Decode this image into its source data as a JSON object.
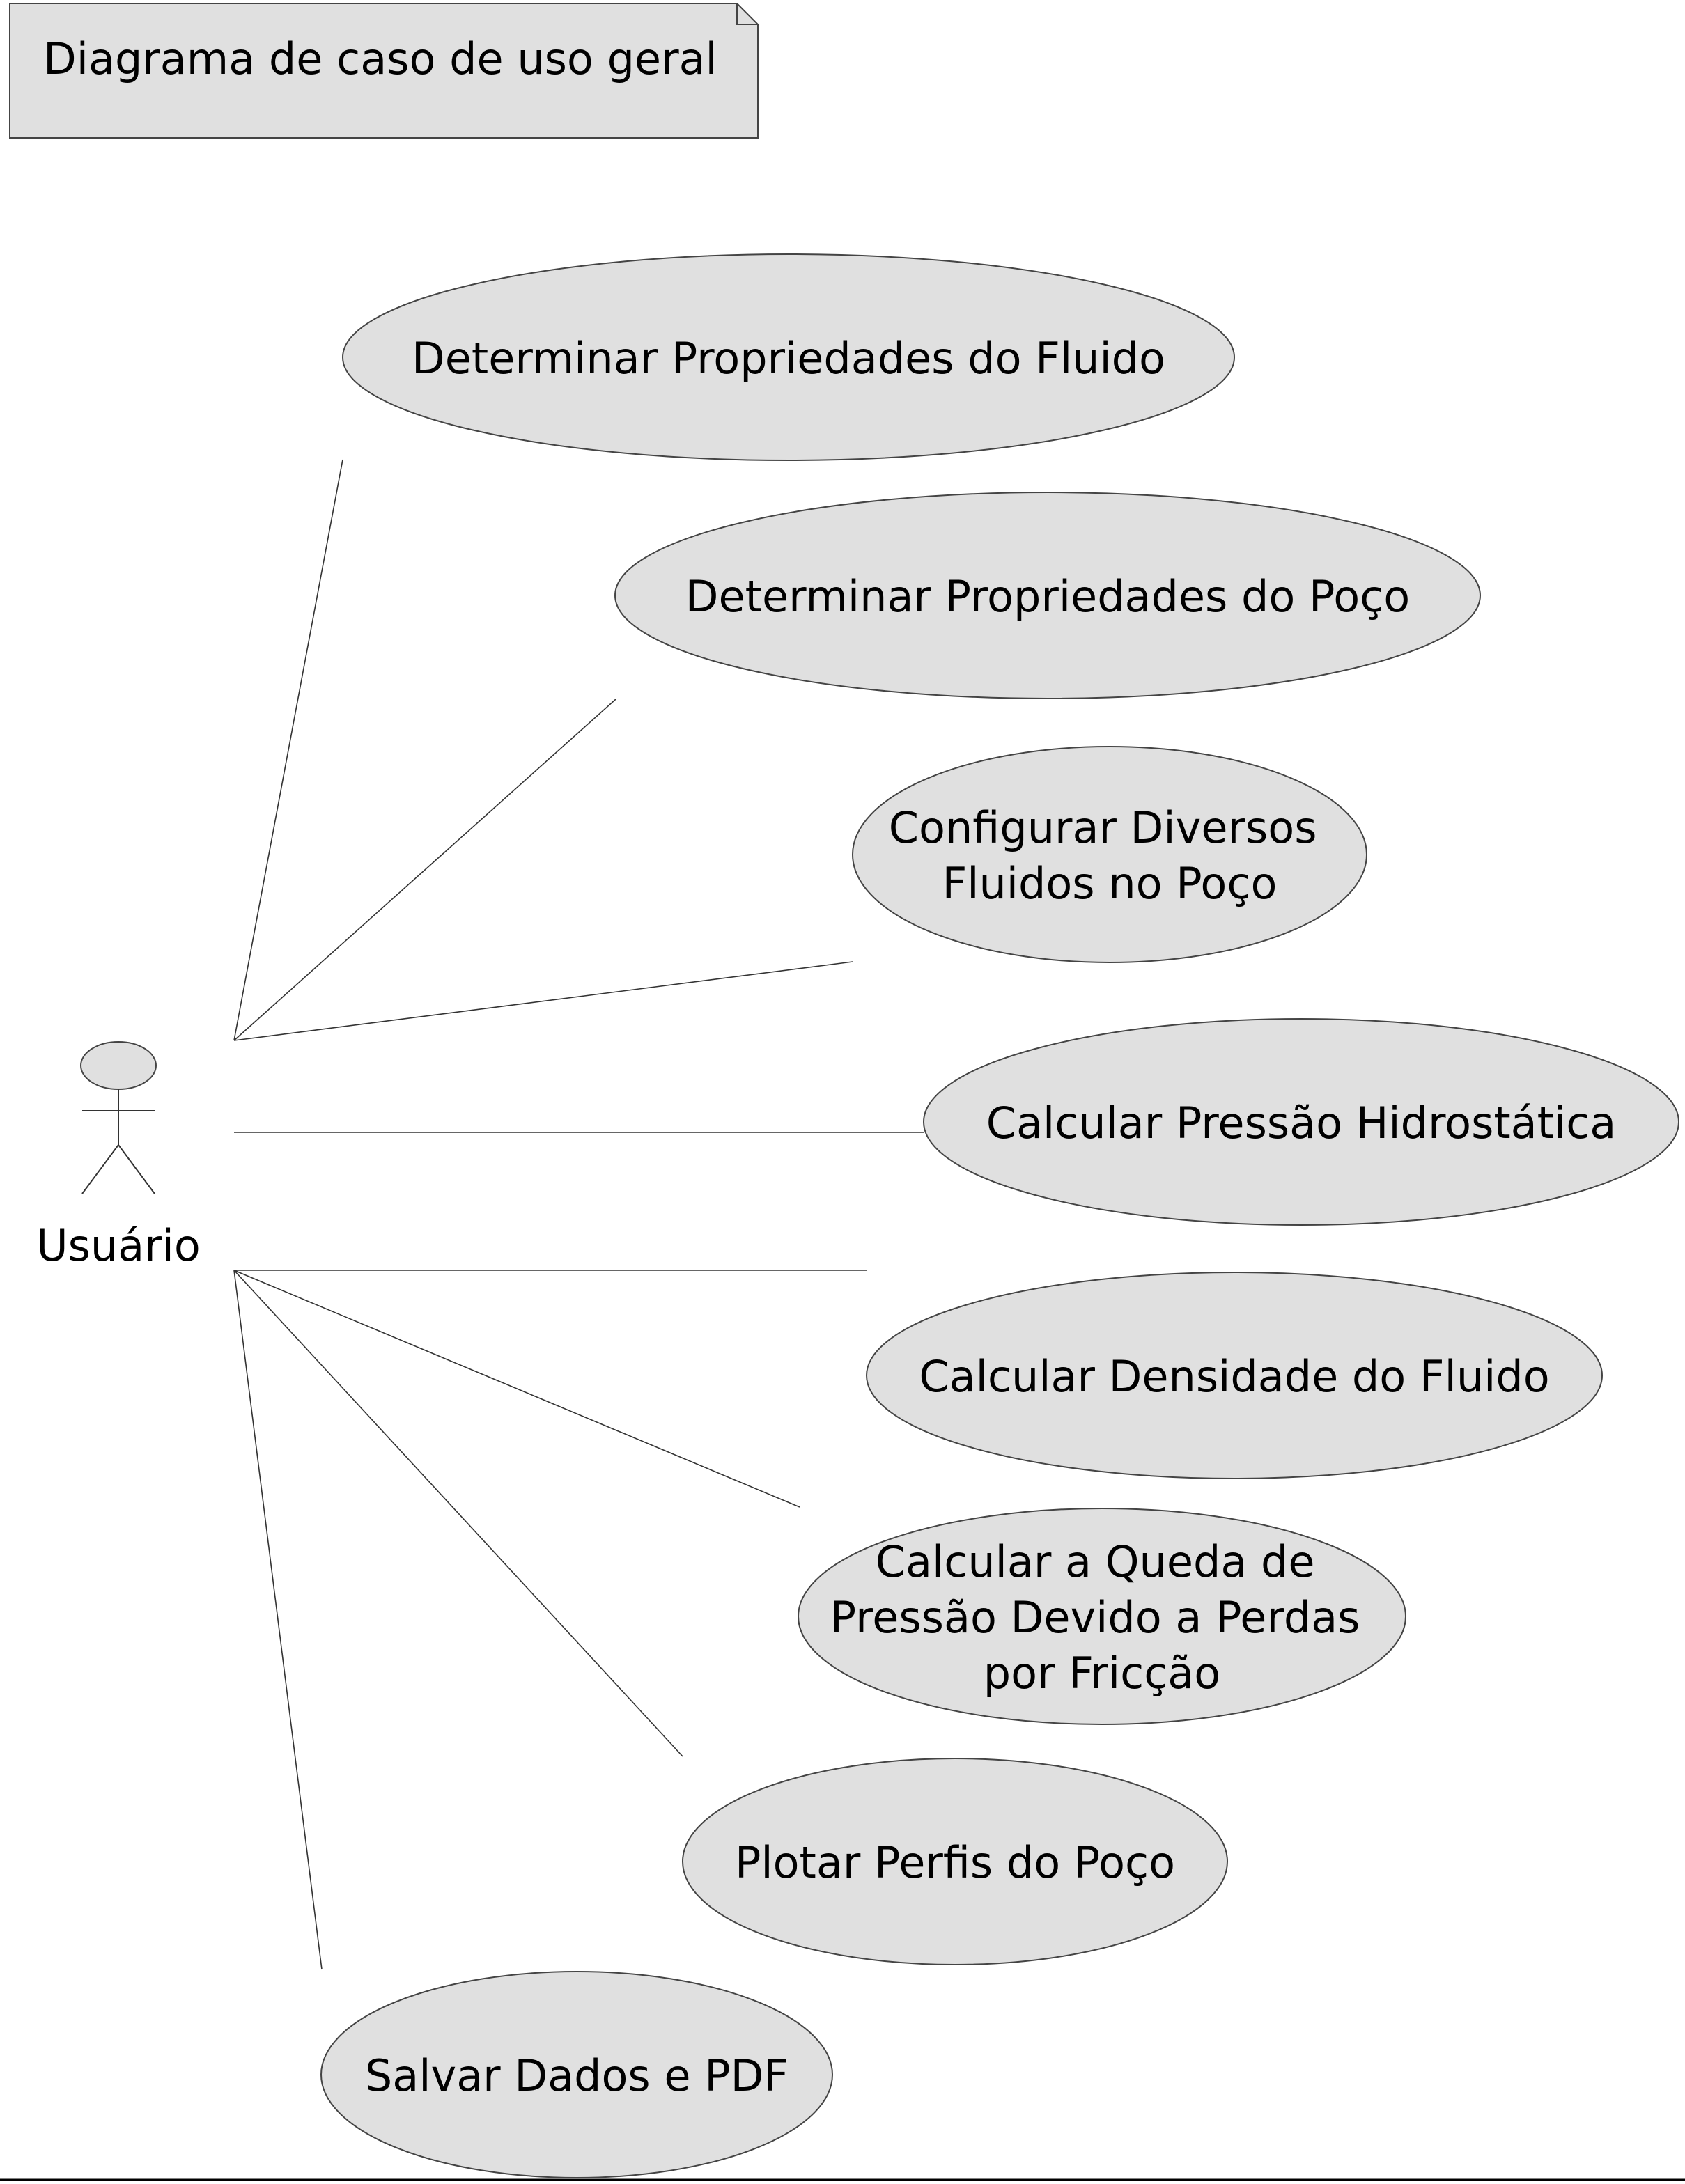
{
  "note": {
    "text": "Diagrama de caso de uso geral"
  },
  "actor": {
    "name": "Usuário"
  },
  "use_cases": [
    {
      "id": "uc1",
      "lines": [
        "Determinar Propriedades do Fluido"
      ]
    },
    {
      "id": "uc2",
      "lines": [
        "Determinar Propriedades do Poço"
      ]
    },
    {
      "id": "uc3",
      "lines": [
        "Configurar Diversos",
        "Fluidos no Poço"
      ]
    },
    {
      "id": "uc4",
      "lines": [
        "Calcular Pressão Hidrostática"
      ]
    },
    {
      "id": "uc5",
      "lines": [
        "Calcular Densidade do Fluido"
      ]
    },
    {
      "id": "uc6",
      "lines": [
        "Calcular a Queda de",
        "Pressão Devido a Perdas",
        "por Fricção"
      ]
    },
    {
      "id": "uc7",
      "lines": [
        "Plotar Perfis do Poço"
      ]
    },
    {
      "id": "uc8",
      "lines": [
        "Salvar Dados e PDF"
      ]
    }
  ],
  "colors": {
    "shape_fill": "#e0e0e0",
    "stroke": "#444444"
  }
}
